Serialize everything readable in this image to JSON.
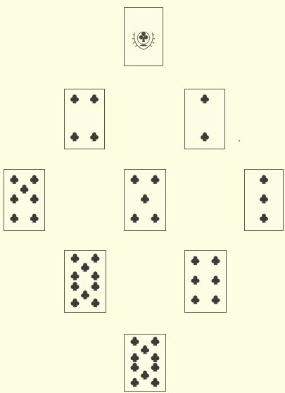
{
  "board": {
    "colors": {
      "background": "#fdfde2",
      "card_face": "#fdfde6",
      "card_border": "#5a5a48",
      "pip": "#3c3c32"
    },
    "suit_icon": "club-icon",
    "cards": [
      {
        "id": "top-emblem",
        "face": "emblem",
        "pips": 0
      },
      {
        "id": "upper-left",
        "face": "clubs",
        "pips": 4
      },
      {
        "id": "upper-right",
        "face": "clubs",
        "pips": 2
      },
      {
        "id": "middle-left",
        "face": "clubs",
        "pips": 7
      },
      {
        "id": "center",
        "face": "clubs",
        "pips": 5
      },
      {
        "id": "middle-right",
        "face": "clubs",
        "pips": 3
      },
      {
        "id": "lower-left",
        "face": "clubs",
        "pips": 10
      },
      {
        "id": "lower-right",
        "face": "clubs",
        "pips": 6
      },
      {
        "id": "bottom",
        "face": "clubs",
        "pips": 10
      }
    ]
  }
}
